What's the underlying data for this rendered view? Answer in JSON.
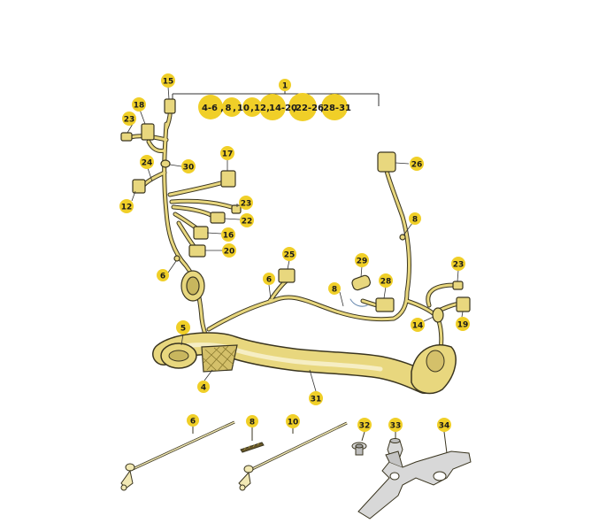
{
  "colors": {
    "harness": "#e8d77e",
    "harness_dark": "#9a8a3a",
    "outline": "#3a3520",
    "callout": "#f0cf28",
    "callout_stroke": "#c9a810",
    "part_gray": "#d8d8d8"
  },
  "group_label": {
    "number": "1",
    "ranges": [
      "4-6",
      "8",
      "10",
      "12",
      "14-20",
      "22-26",
      "28-31"
    ]
  },
  "callouts": {
    "c15": "15",
    "c18": "18",
    "c23a": "23",
    "c24": "24",
    "c30": "30",
    "c12": "12",
    "c17": "17",
    "c23b": "23",
    "c22": "22",
    "c16": "16",
    "c20": "20",
    "c6a": "6",
    "c26": "26",
    "c8a": "8",
    "c25": "25",
    "c6b": "6",
    "c29": "29",
    "c8b": "8",
    "c28": "28",
    "c23c": "23",
    "c14": "14",
    "c19": "19",
    "c5": "5",
    "c4": "4",
    "c31": "31",
    "c6c": "6",
    "c8c": "8",
    "c10": "10",
    "c32": "32",
    "c33": "33",
    "c34": "34"
  }
}
